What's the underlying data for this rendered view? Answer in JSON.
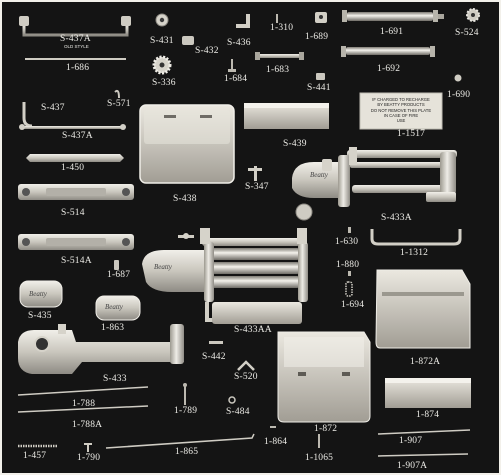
{
  "colors": {
    "background": "#141414",
    "metal": "#d8d5cc",
    "metal_dark": "#9a978f",
    "label_text": "#ecebe6"
  },
  "parts": [
    {
      "id": "S-437-A-top",
      "label": "S-437A",
      "sub": "OLD STYLE"
    },
    {
      "id": "S-431",
      "label": "S-431"
    },
    {
      "id": "S-432",
      "label": "S-432"
    },
    {
      "id": "S-436",
      "label": "S-436"
    },
    {
      "id": "1-310",
      "label": "1-310"
    },
    {
      "id": "1-689",
      "label": "1-689"
    },
    {
      "id": "1-691",
      "label": "1-691"
    },
    {
      "id": "S-524",
      "label": "S-524"
    },
    {
      "id": "1-686",
      "label": "1-686"
    },
    {
      "id": "S-336",
      "label": "S-336"
    },
    {
      "id": "1-684",
      "label": "1-684"
    },
    {
      "id": "1-683",
      "label": "1-683"
    },
    {
      "id": "S-441",
      "label": "S-441"
    },
    {
      "id": "1-692",
      "label": "1-692"
    },
    {
      "id": "1-690",
      "label": "1-690"
    },
    {
      "id": "S-437",
      "label": "S-437"
    },
    {
      "id": "S-571",
      "label": "S-571"
    },
    {
      "id": "S-437-A",
      "label": "S-437A"
    },
    {
      "id": "1-1517",
      "label": "1-1517"
    },
    {
      "id": "S-439",
      "label": "S-439"
    },
    {
      "id": "1-450",
      "label": "1-450"
    },
    {
      "id": "S-438",
      "label": "S-438"
    },
    {
      "id": "S-347",
      "label": "S-347"
    },
    {
      "id": "S-514",
      "label": "S-514"
    },
    {
      "id": "S-433-A",
      "label": "S-433A"
    },
    {
      "id": "1-630",
      "label": "1-630"
    },
    {
      "id": "1-1312",
      "label": "1-1312"
    },
    {
      "id": "S-514-A",
      "label": "S-514A"
    },
    {
      "id": "1-687",
      "label": "1-687"
    },
    {
      "id": "1-880",
      "label": "1-880"
    },
    {
      "id": "S-435",
      "label": "S-435"
    },
    {
      "id": "1-694",
      "label": "1-694"
    },
    {
      "id": "1-863",
      "label": "1-863"
    },
    {
      "id": "S-433-AA",
      "label": "S-433AA"
    },
    {
      "id": "1-872-A",
      "label": "1-872A"
    },
    {
      "id": "S-442",
      "label": "S-442"
    },
    {
      "id": "S-520",
      "label": "S-520"
    },
    {
      "id": "S-433",
      "label": "S-433"
    },
    {
      "id": "1-788",
      "label": "1-788"
    },
    {
      "id": "1-788-A",
      "label": "1-788A"
    },
    {
      "id": "1-789",
      "label": "1-789"
    },
    {
      "id": "S-484",
      "label": "S-484"
    },
    {
      "id": "1-874",
      "label": "1-874"
    },
    {
      "id": "1-872",
      "label": "1-872"
    },
    {
      "id": "1-907",
      "label": "1-907"
    },
    {
      "id": "1-457",
      "label": "1-457"
    },
    {
      "id": "1-790",
      "label": "1-790"
    },
    {
      "id": "1-865",
      "label": "1-865"
    },
    {
      "id": "1-864",
      "label": "1-864"
    },
    {
      "id": "1-1065",
      "label": "1-1065"
    },
    {
      "id": "1-907-A",
      "label": "1-907A"
    }
  ],
  "plate_1517": {
    "line1": "IF CHARGED TO RECHARGE",
    "line2": "BY BEATTY PRODUCTS",
    "line3": "DO NOT REMOVE THIS PLATE",
    "line4": "IN CASE OF FIRE",
    "line5": "USE"
  },
  "brand_text": "Beatty"
}
